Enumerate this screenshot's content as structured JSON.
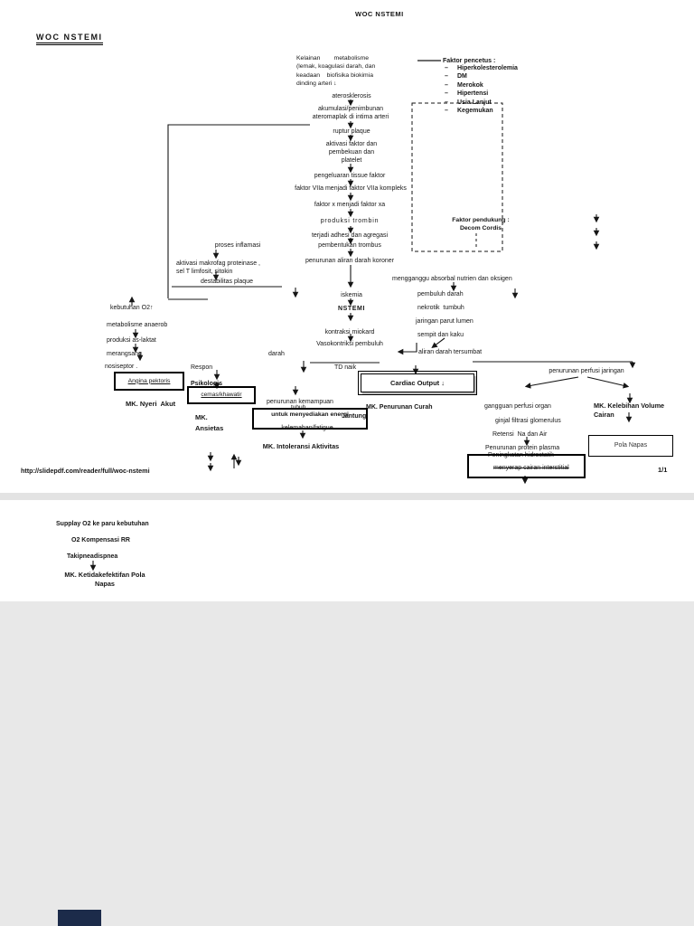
{
  "viewer": {
    "doc_title": "WOC NSTEMI",
    "url": "http://slidepdf.com/reader/full/woc-nstemi",
    "page_indicator": "1/1"
  },
  "page1": {
    "heading": "WOC NSTEMI",
    "legend": {
      "title": "Faktor pencetus :",
      "bullet": "–",
      "items": [
        "Hiperkolesterolemia",
        "DM",
        "Merokok",
        "Hipertensi",
        "Usia Lanjut",
        "Kegemukan"
      ]
    },
    "support": "Faktor pendukung :\nDecom Cordis",
    "nodes": {
      "kelainan": "Kelainan        metabolisme\n(lemak, koagulasi darah, dan\nkeadaan    biofisika biokimia\ndinding arteri ↓",
      "aterosklerosis": "aterosklerosis",
      "akumulasi": "akumulasi/penimbunan\nateromaplak di intima arteri",
      "ruptur_plaque": "ruptur plaque",
      "aktivasi_faktor": "aktivasi faktor dan\npembekuan dan\nplatelet",
      "pengeluaran_tissue": "pengeluaran tissue faktor",
      "faktor_viia": "faktor VIIa menjadi faktor VIIa kompleks",
      "faktor_xa": "faktor x menjadi faktor xa",
      "produksi_trombin": "produksi trombin",
      "adhesi_agregasi": "terjadi adhesi dan agregasi",
      "pembentukan_trombus": "pembentukan trombus",
      "aliran_koroner": "penurunan aliran darah koroner",
      "proses_inflamasi": "proses inflamasi",
      "makrofag": "aktivasi makrofag proteinase ,\nsel T limfosit, sitokin",
      "destabilitas_plaque": "destabilitas plaque",
      "mengganggu_absorbsi": "mengganggu absorbal nutrien dan oksigen",
      "pembuluh_darah": "pembuluh darah",
      "nekrotik_tumbuh": "nekrotik  tumbuh",
      "jaringan_parut": "jaringan parut lumen",
      "sempit_kaku": "sempit dan kaku",
      "aliran_tersumbat": "aliran darah tersumbat",
      "iskemia": "iskemia",
      "nstemi": "NSTEMI",
      "kontraksi_miokard": "kontraksi miokard",
      "vasokontriksi": "Vasokontriksi pembuluh",
      "darah": "darah",
      "td_naik": "TD naik",
      "kebutuhan_o2": "kebutuhan O2↑",
      "metabolisme_anaerob": "metabolisme anaerob",
      "produksi_laktat": "produksi as-laktat",
      "merangsang": "merangsang",
      "nosiseptor": "nosiseptor .",
      "mk_nyeri": "MK. Nyeri  Akut",
      "respon": "Respon",
      "psikologis": "Psikologis",
      "mk_ansietas": "MK.\nAnsietas",
      "penurunan_kemampuan": "penurunan kemampuan",
      "tubuh": "tubuh",
      "kelemahan": "kelemahan/fatigue",
      "mk_intoleransi": "MK. Intoleransi Aktivitas",
      "mk_curah": "MK. Penurunan Curah",
      "jantung": "Jantung",
      "perfusi_jaringan": "penurunan perfusi jaringan",
      "gangguan_organ": "gangguan perfusi organ",
      "ginjal_filtrasi": "ginjal filtrasi glomerulus",
      "retensi": "Retensi  Na dan Air",
      "protein_plasma": "Penurunan protein plasma",
      "hidrostatik": "Peningkatan hidrostatik",
      "mk_volume": "MK. Kelebihan Volume\nCairan"
    },
    "boxes": {
      "angina": "Angina pektoris",
      "cemas": "cemas/khawatir",
      "energi": "untuk menyediakan energi",
      "cardiac": "Cardiac Output ↓",
      "interstitial": "menyerap cairan interstitial",
      "pola": "Pola Napas"
    }
  },
  "page2": {
    "supply": "Supplay O2 ke paru kebutuhan",
    "kompensasi": "O2 Kompensasi RR",
    "takipnea": "Takipneadispnea",
    "mk_pola": "MK. Ketidakefektifan Pola\nNapas"
  }
}
